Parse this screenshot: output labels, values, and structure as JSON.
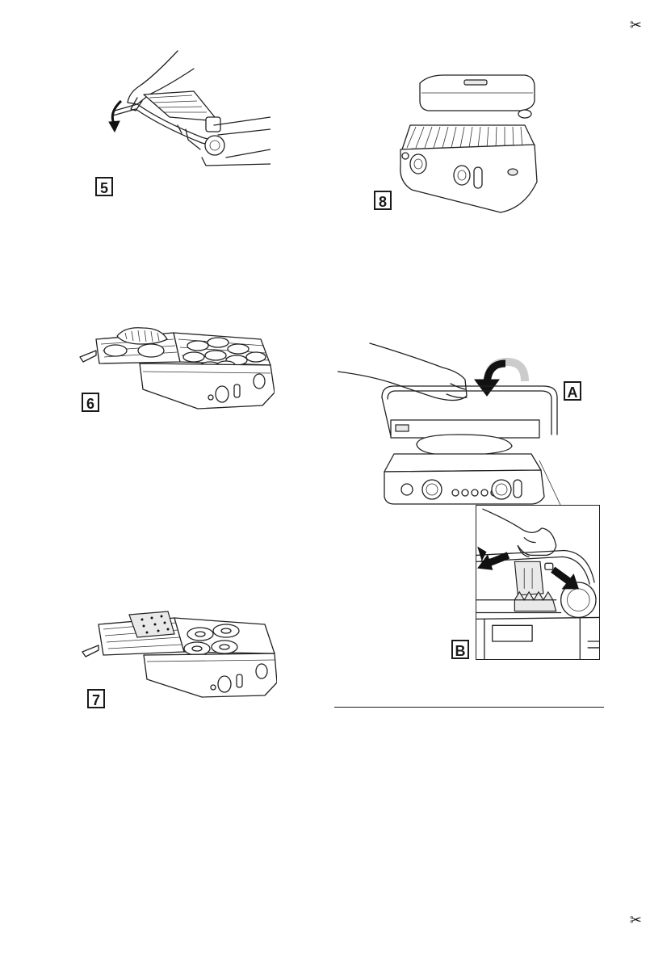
{
  "labels": {
    "fig5": "5",
    "fig6": "6",
    "fig7": "7",
    "fig8": "8",
    "figA": "A",
    "figB": "B"
  },
  "icons": {
    "cut_mark": "scissors-icon",
    "rotate_arrow": "rotation-arrow-icon",
    "push_arrows": "double-arrow-icon"
  },
  "colors": {
    "line": "#1a1a1a",
    "shade": "#e9e9e9"
  }
}
